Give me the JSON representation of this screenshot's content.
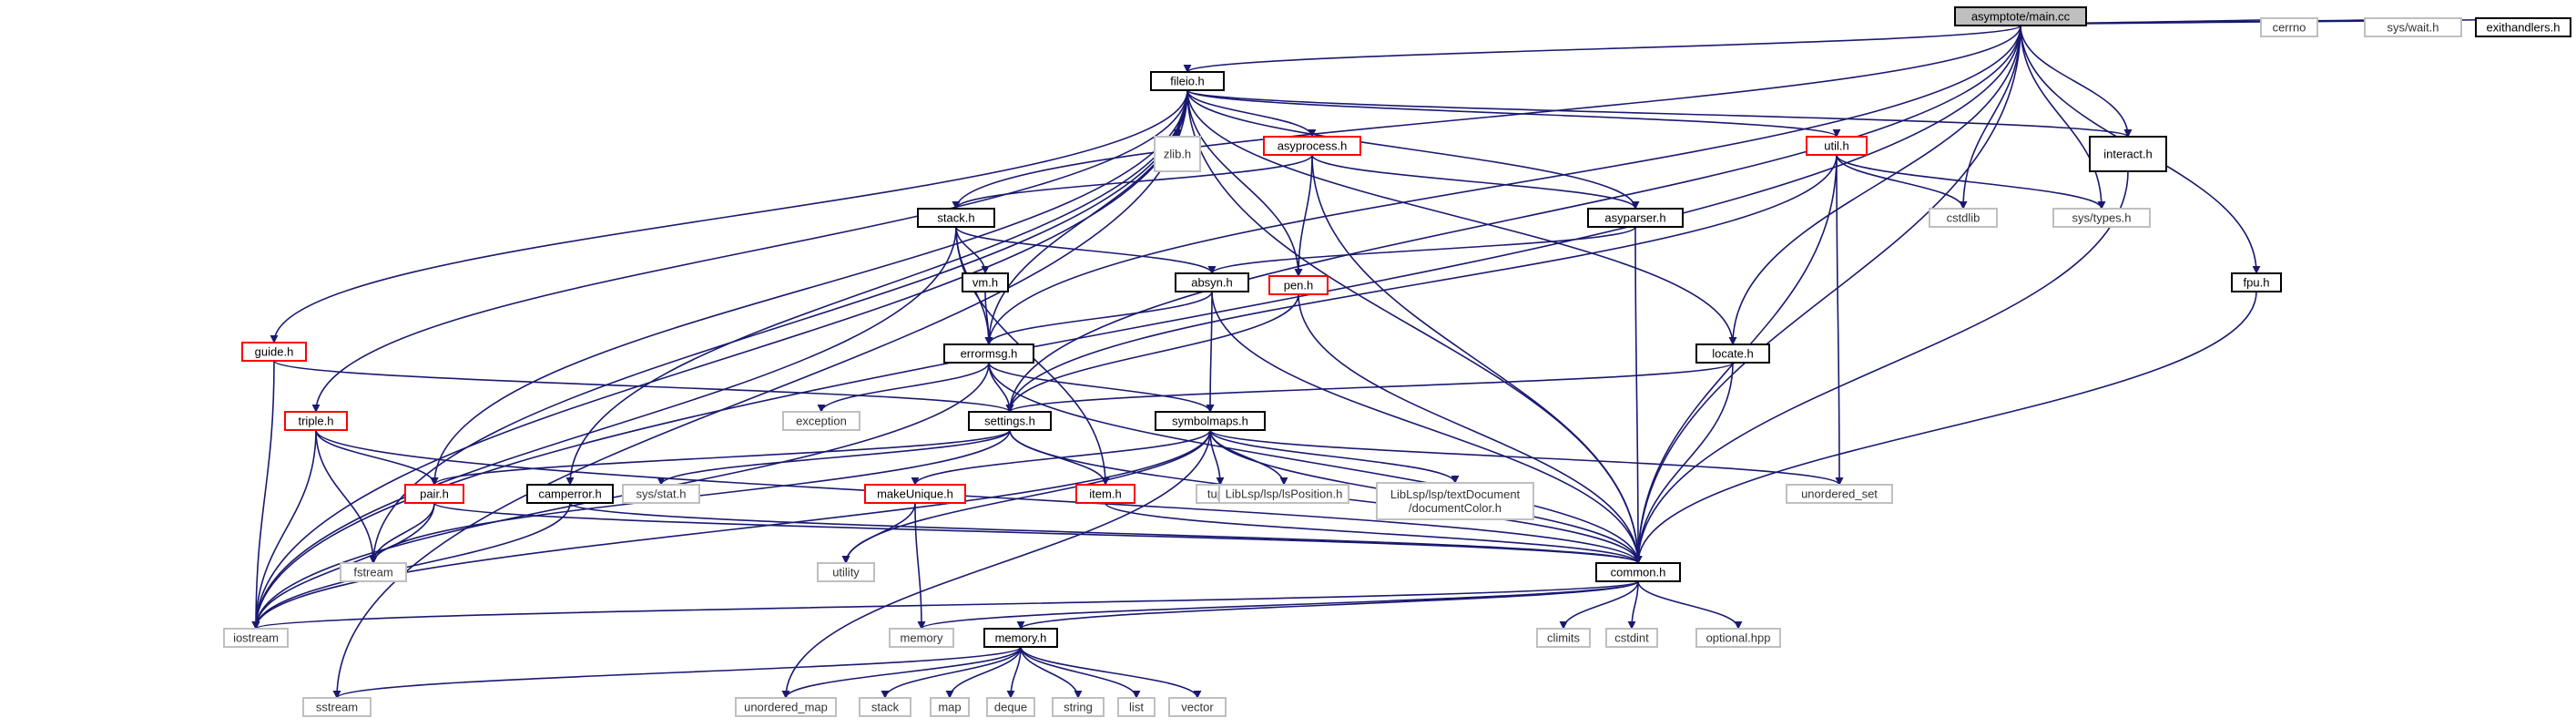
{
  "colors": {
    "edge": "#191970",
    "root_fill": "#bfbfbf",
    "root_border": "#000000",
    "local_border": "#000000",
    "incomplete_border": "#ff0000",
    "system_border": "#bfbfbf"
  },
  "nodes": [
    {
      "id": "main",
      "label": "asymptote/main.cc",
      "kind": "root"
    },
    {
      "id": "fileio",
      "label": "fileio.h",
      "kind": "local"
    },
    {
      "id": "zlib",
      "label": "zlib.h",
      "kind": "system"
    },
    {
      "id": "asyprocess",
      "label": "asyprocess.h",
      "kind": "incomplete"
    },
    {
      "id": "util",
      "label": "util.h",
      "kind": "incomplete"
    },
    {
      "id": "interact",
      "label": "interact.h",
      "kind": "local"
    },
    {
      "id": "cerrno",
      "label": "cerrno",
      "kind": "system"
    },
    {
      "id": "syswait",
      "label": "sys/wait.h",
      "kind": "system"
    },
    {
      "id": "exithandlers",
      "label": "exithandlers.h",
      "kind": "local"
    },
    {
      "id": "stack",
      "label": "stack.h",
      "kind": "local"
    },
    {
      "id": "asyparser",
      "label": "asyparser.h",
      "kind": "local"
    },
    {
      "id": "cstdlib",
      "label": "cstdlib",
      "kind": "system"
    },
    {
      "id": "systypes",
      "label": "sys/types.h",
      "kind": "system"
    },
    {
      "id": "vm",
      "label": "vm.h",
      "kind": "local"
    },
    {
      "id": "absyn",
      "label": "absyn.h",
      "kind": "local"
    },
    {
      "id": "pen",
      "label": "pen.h",
      "kind": "incomplete"
    },
    {
      "id": "fpu",
      "label": "fpu.h",
      "kind": "local"
    },
    {
      "id": "guide",
      "label": "guide.h",
      "kind": "incomplete"
    },
    {
      "id": "errormsg",
      "label": "errormsg.h",
      "kind": "local"
    },
    {
      "id": "locate",
      "label": "locate.h",
      "kind": "local"
    },
    {
      "id": "triple",
      "label": "triple.h",
      "kind": "incomplete"
    },
    {
      "id": "exception",
      "label": "exception",
      "kind": "system"
    },
    {
      "id": "settings",
      "label": "settings.h",
      "kind": "local"
    },
    {
      "id": "symbolmaps",
      "label": "symbolmaps.h",
      "kind": "local"
    },
    {
      "id": "pair",
      "label": "pair.h",
      "kind": "incomplete"
    },
    {
      "id": "camperror",
      "label": "camperror.h",
      "kind": "local"
    },
    {
      "id": "sysstat",
      "label": "sys/stat.h",
      "kind": "system"
    },
    {
      "id": "makeunique",
      "label": "makeUnique.h",
      "kind": "incomplete"
    },
    {
      "id": "item",
      "label": "item.h",
      "kind": "incomplete"
    },
    {
      "id": "tuple",
      "label": "tuple",
      "kind": "system"
    },
    {
      "id": "lsposition",
      "label": "LibLsp/lsp/lsPosition.h",
      "kind": "system"
    },
    {
      "id": "doccolor",
      "label": [
        "LibLsp/lsp/textDocument",
        "/documentColor.h"
      ],
      "kind": "system"
    },
    {
      "id": "unordered_set",
      "label": "unordered_set",
      "kind": "system"
    },
    {
      "id": "fstream",
      "label": "fstream",
      "kind": "system"
    },
    {
      "id": "utility",
      "label": "utility",
      "kind": "system"
    },
    {
      "id": "common",
      "label": "common.h",
      "kind": "local"
    },
    {
      "id": "iostream",
      "label": "iostream",
      "kind": "system"
    },
    {
      "id": "memory",
      "label": "memory",
      "kind": "system"
    },
    {
      "id": "memoryh",
      "label": "memory.h",
      "kind": "local"
    },
    {
      "id": "climits",
      "label": "climits",
      "kind": "system"
    },
    {
      "id": "cstdint",
      "label": "cstdint",
      "kind": "system"
    },
    {
      "id": "optional",
      "label": "optional.hpp",
      "kind": "system"
    },
    {
      "id": "sstream",
      "label": "sstream",
      "kind": "system"
    },
    {
      "id": "unordered_map",
      "label": "unordered_map",
      "kind": "system"
    },
    {
      "id": "stackstd",
      "label": "stack",
      "kind": "system"
    },
    {
      "id": "map",
      "label": "map",
      "kind": "system"
    },
    {
      "id": "deque",
      "label": "deque",
      "kind": "system"
    },
    {
      "id": "string",
      "label": "string",
      "kind": "system"
    },
    {
      "id": "list",
      "label": "list",
      "kind": "system"
    },
    {
      "id": "vector",
      "label": "vector",
      "kind": "system"
    }
  ],
  "edges": [
    [
      "main",
      "fileio"
    ],
    [
      "main",
      "interact"
    ],
    [
      "main",
      "cerrno"
    ],
    [
      "main",
      "syswait"
    ],
    [
      "main",
      "exithandlers"
    ],
    [
      "main",
      "stack"
    ],
    [
      "main",
      "errormsg"
    ],
    [
      "main",
      "cstdlib"
    ],
    [
      "main",
      "systypes"
    ],
    [
      "main",
      "locate"
    ],
    [
      "main",
      "fpu"
    ],
    [
      "main",
      "settings"
    ],
    [
      "main",
      "iostream"
    ],
    [
      "main",
      "common"
    ],
    [
      "fileio",
      "zlib"
    ],
    [
      "fileio",
      "asyprocess"
    ],
    [
      "fileio",
      "util"
    ],
    [
      "fileio",
      "interact"
    ],
    [
      "fileio",
      "asyparser"
    ],
    [
      "fileio",
      "pen"
    ],
    [
      "fileio",
      "errormsg"
    ],
    [
      "fileio",
      "locate"
    ],
    [
      "fileio",
      "guide"
    ],
    [
      "fileio",
      "triple"
    ],
    [
      "fileio",
      "camperror"
    ],
    [
      "fileio",
      "pair"
    ],
    [
      "fileio",
      "fstream"
    ],
    [
      "fileio",
      "iostream"
    ],
    [
      "fileio",
      "sstream"
    ],
    [
      "fileio",
      "common"
    ],
    [
      "asyprocess",
      "stack"
    ],
    [
      "asyprocess",
      "asyparser"
    ],
    [
      "asyprocess",
      "pen"
    ],
    [
      "asyprocess",
      "common"
    ],
    [
      "util",
      "cstdlib"
    ],
    [
      "util",
      "systypes"
    ],
    [
      "util",
      "unordered_set"
    ],
    [
      "util",
      "settings"
    ],
    [
      "util",
      "common"
    ],
    [
      "interact",
      "common"
    ],
    [
      "stack",
      "vm"
    ],
    [
      "stack",
      "absyn"
    ],
    [
      "stack",
      "errormsg"
    ],
    [
      "stack",
      "item"
    ],
    [
      "stack",
      "iostream"
    ],
    [
      "asyparser",
      "absyn"
    ],
    [
      "asyparser",
      "common"
    ],
    [
      "vm",
      "errormsg"
    ],
    [
      "absyn",
      "errormsg"
    ],
    [
      "absyn",
      "symbolmaps"
    ],
    [
      "absyn",
      "common"
    ],
    [
      "pen",
      "settings"
    ],
    [
      "pen",
      "common"
    ],
    [
      "fpu",
      "common"
    ],
    [
      "guide",
      "settings"
    ],
    [
      "guide",
      "iostream"
    ],
    [
      "errormsg",
      "exception"
    ],
    [
      "errormsg",
      "settings"
    ],
    [
      "errormsg",
      "symbolmaps"
    ],
    [
      "errormsg",
      "iostream"
    ],
    [
      "errormsg",
      "common"
    ],
    [
      "locate",
      "settings"
    ],
    [
      "locate",
      "common"
    ],
    [
      "triple",
      "pair"
    ],
    [
      "triple",
      "fstream"
    ],
    [
      "triple",
      "iostream"
    ],
    [
      "triple",
      "common"
    ],
    [
      "settings",
      "pair"
    ],
    [
      "settings",
      "sysstat"
    ],
    [
      "settings",
      "item"
    ],
    [
      "settings",
      "fstream"
    ],
    [
      "settings",
      "common"
    ],
    [
      "symbolmaps",
      "makeunique"
    ],
    [
      "symbolmaps",
      "tuple"
    ],
    [
      "symbolmaps",
      "lsposition"
    ],
    [
      "symbolmaps",
      "doccolor"
    ],
    [
      "symbolmaps",
      "unordered_set"
    ],
    [
      "symbolmaps",
      "unordered_map"
    ],
    [
      "symbolmaps",
      "utility"
    ],
    [
      "symbolmaps",
      "iostream"
    ],
    [
      "symbolmaps",
      "common"
    ],
    [
      "pair",
      "fstream"
    ],
    [
      "pair",
      "iostream"
    ],
    [
      "pair",
      "common"
    ],
    [
      "camperror",
      "iostream"
    ],
    [
      "camperror",
      "common"
    ],
    [
      "makeunique",
      "utility"
    ],
    [
      "makeunique",
      "memory"
    ],
    [
      "item",
      "common"
    ],
    [
      "common",
      "iostream"
    ],
    [
      "common",
      "memory"
    ],
    [
      "common",
      "memoryh"
    ],
    [
      "common",
      "climits"
    ],
    [
      "common",
      "cstdint"
    ],
    [
      "common",
      "optional"
    ],
    [
      "memoryh",
      "sstream"
    ],
    [
      "memoryh",
      "unordered_map"
    ],
    [
      "memoryh",
      "stackstd"
    ],
    [
      "memoryh",
      "map"
    ],
    [
      "memoryh",
      "deque"
    ],
    [
      "memoryh",
      "string"
    ],
    [
      "memoryh",
      "list"
    ],
    [
      "memoryh",
      "vector"
    ]
  ]
}
